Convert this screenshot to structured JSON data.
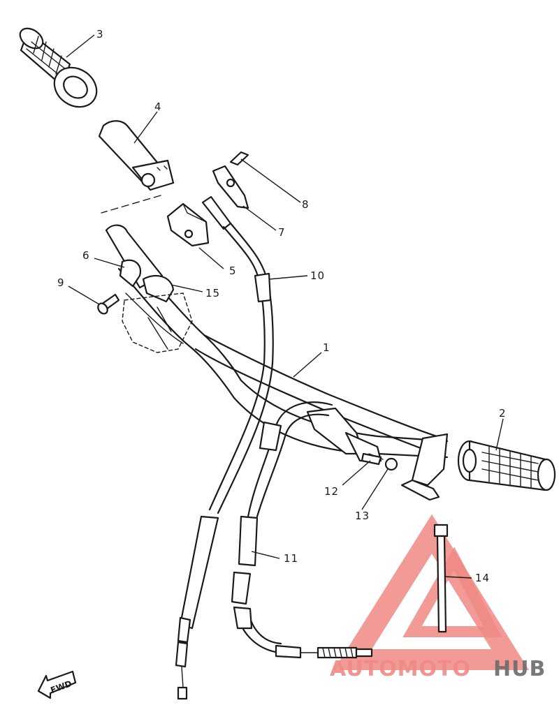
{
  "callouts": [
    {
      "id": "1",
      "label": "1"
    },
    {
      "id": "2",
      "label": "2"
    },
    {
      "id": "3",
      "label": "3"
    },
    {
      "id": "4",
      "label": "4"
    },
    {
      "id": "5",
      "label": "5"
    },
    {
      "id": "6",
      "label": "6"
    },
    {
      "id": "7",
      "label": "7"
    },
    {
      "id": "8",
      "label": "8"
    },
    {
      "id": "9",
      "label": "9"
    },
    {
      "id": "10",
      "label": "10"
    },
    {
      "id": "11",
      "label": "11"
    },
    {
      "id": "12",
      "label": "12"
    },
    {
      "id": "13",
      "label": "13"
    },
    {
      "id": "14",
      "label": "14"
    },
    {
      "id": "15",
      "label": "15"
    }
  ],
  "direction_marker": {
    "label": "FWD"
  },
  "watermark": {
    "part1": "AUTOMOTO",
    "part2": "HUB",
    "color_primary": "#f08a84",
    "color_secondary": "#6b6b6b"
  },
  "colors": {
    "line": "#1a1a1a",
    "background": "#ffffff"
  }
}
